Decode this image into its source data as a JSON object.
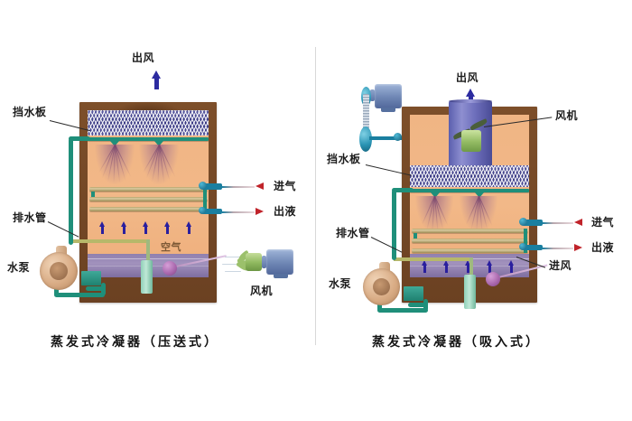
{
  "page": {
    "background": "#ffffff",
    "divider_color": "#d8d8d8"
  },
  "palette": {
    "cabinet_frame": "#6b4122",
    "cabinet_interior": "#f2b888",
    "basin_water": "#8f7fae",
    "pipe_teal": "#1f8f7a",
    "refrigerant_connector": "#1a7fa0",
    "air_arrow_blue": "#2a1f9e",
    "red_arrow": "#c0232a",
    "baffle_dark": "#3a3a84",
    "coil_olive": "#b8a36a",
    "pump_tan": "#d9ac85",
    "motor_blue": "#6e86b4",
    "fan_green": "#8fb85e",
    "float_ball": "#a765ab",
    "label_text": "#1c1c1c",
    "air_label_brown": "#6a4a2a"
  },
  "diagrams": [
    {
      "id": "forced-draft",
      "caption": "蒸发式冷凝器（压送式）",
      "labels": {
        "air_outlet": "出风",
        "drift_eliminator": "挡水板",
        "drain_pipe": "排水管",
        "water_pump": "水泵",
        "air_interior": "空气",
        "gas_inlet": "进气",
        "liquid_outlet": "出液",
        "fan": "风机"
      }
    },
    {
      "id": "induced-draft",
      "caption": "蒸发式冷凝器（吸入式）",
      "labels": {
        "air_outlet": "出风",
        "fan": "风机",
        "drift_eliminator": "挡水板",
        "drain_pipe": "排水管",
        "water_pump": "水泵",
        "gas_inlet": "进气",
        "liquid_outlet": "出液",
        "air_inlet": "进风"
      }
    }
  ]
}
